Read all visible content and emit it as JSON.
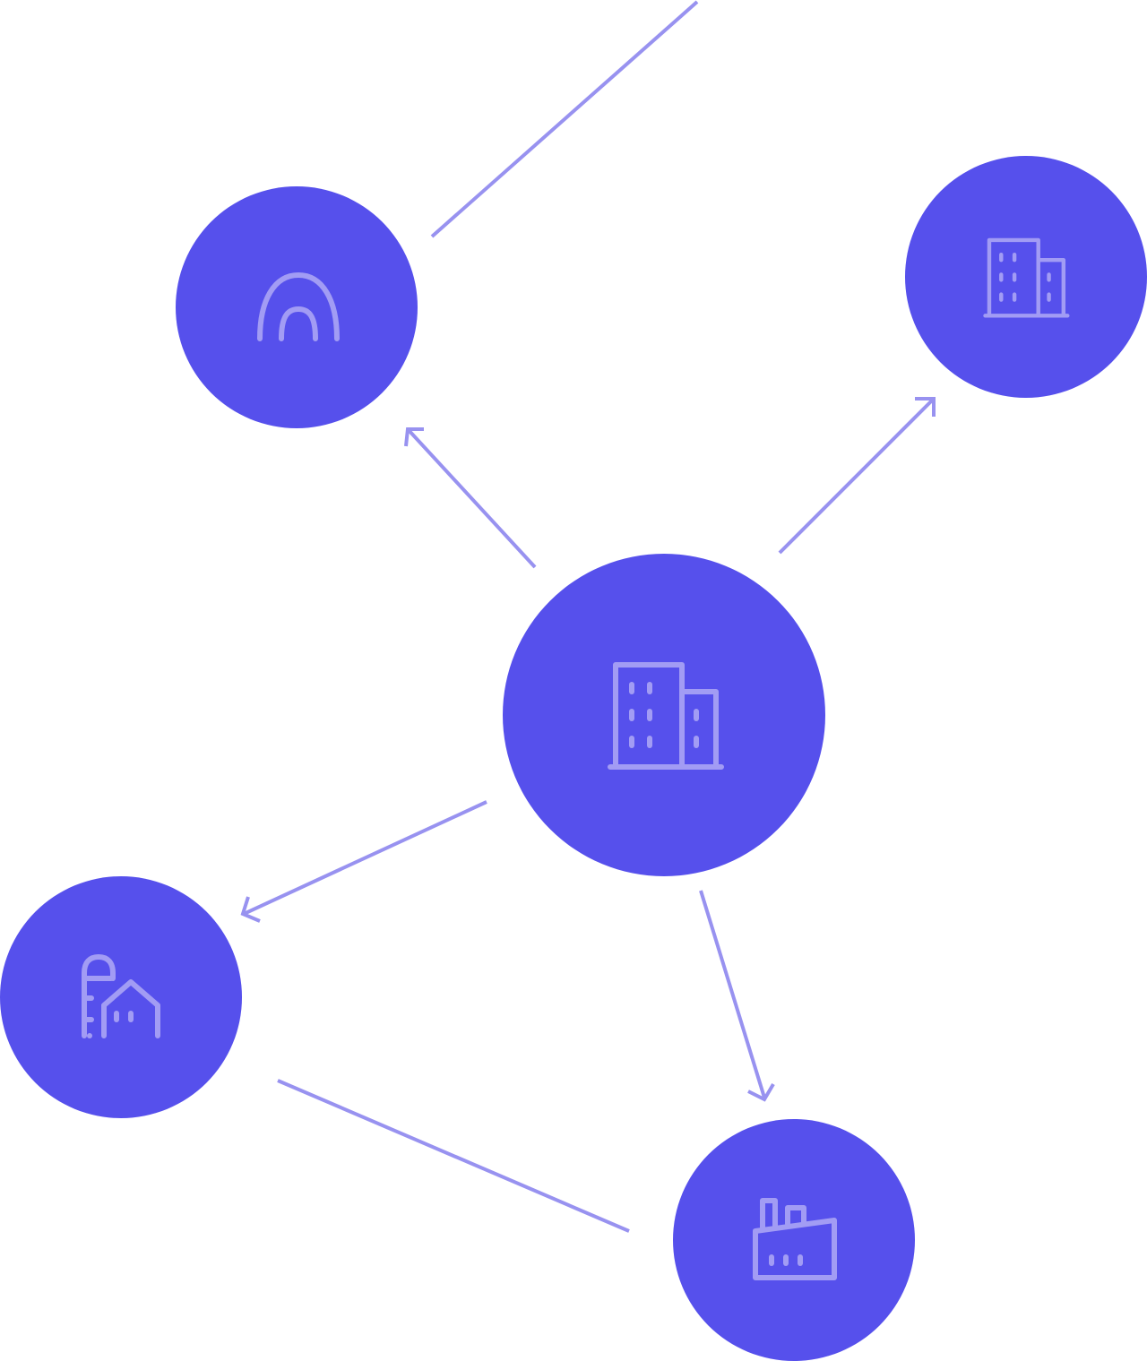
{
  "diagram": {
    "node_color": "#5650EC",
    "icon_color": "#A29CF4",
    "edge_color": "#9892F0",
    "nodes": [
      {
        "id": "hub",
        "icon": "office-building-icon"
      },
      {
        "id": "top-left",
        "icon": "arch-icon"
      },
      {
        "id": "top-right",
        "icon": "office-building-icon"
      },
      {
        "id": "bottom-left",
        "icon": "farm-silo-icon"
      },
      {
        "id": "bottom-right",
        "icon": "factory-icon"
      }
    ],
    "edges": [
      {
        "from": "hub",
        "to": "top-left",
        "arrow": true
      },
      {
        "from": "hub",
        "to": "top-right",
        "arrow": true
      },
      {
        "from": "hub",
        "to": "bottom-left",
        "arrow": true
      },
      {
        "from": "hub",
        "to": "bottom-right",
        "arrow": true
      },
      {
        "from": "top-left",
        "to": "off-page-top",
        "arrow": false
      },
      {
        "from": "bottom-left",
        "to": "bottom-right",
        "arrow": false
      }
    ]
  }
}
